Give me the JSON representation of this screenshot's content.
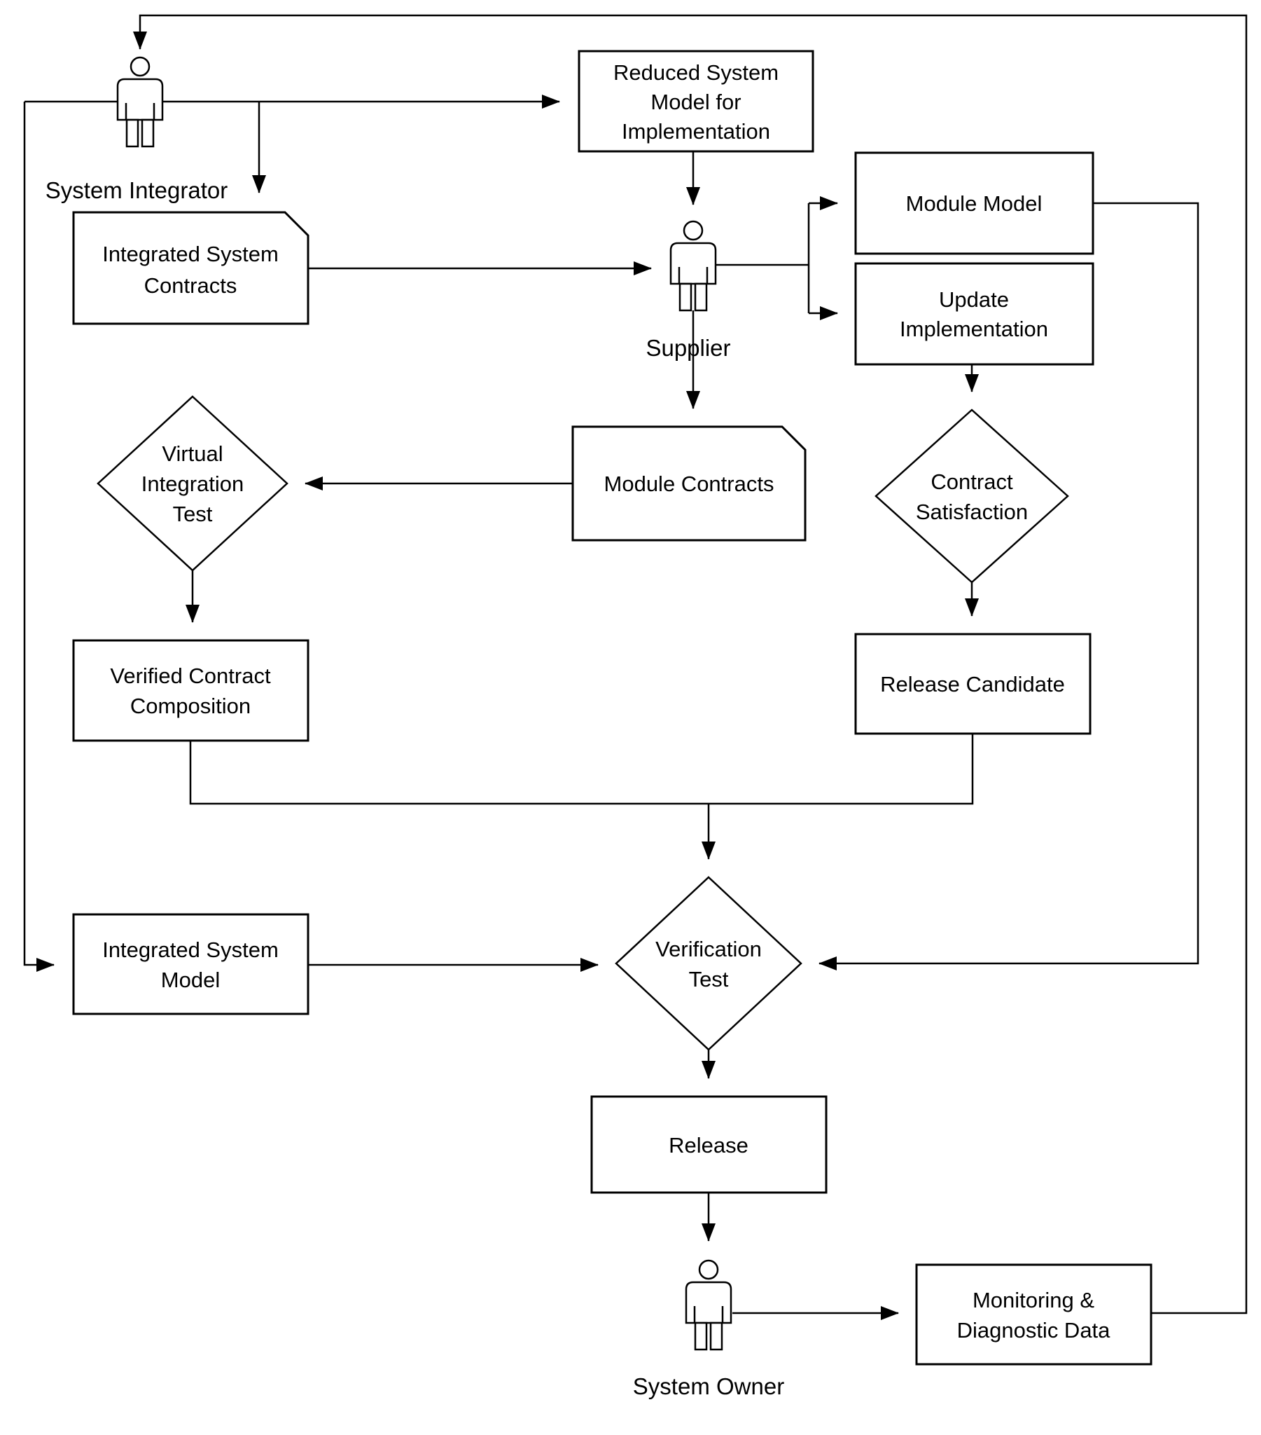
{
  "diagram": {
    "background_color": "#ffffff",
    "line_color": "#000000",
    "text_color": "#000000",
    "actors": {
      "integrator": {
        "label": "System Integrator"
      },
      "supplier": {
        "label": "Supplier"
      },
      "owner": {
        "label": "System Owner"
      }
    },
    "nodes": {
      "reduced_system_model": {
        "shape": "process",
        "lines": [
          "Reduced System",
          "Model for",
          "Implementation"
        ]
      },
      "module_model": {
        "shape": "process",
        "lines": [
          "Module Model"
        ]
      },
      "update_implementation": {
        "shape": "process",
        "lines": [
          "Update",
          "Implementation"
        ]
      },
      "integrated_system_contracts": {
        "shape": "document",
        "lines": [
          "Integrated System",
          "Contracts"
        ]
      },
      "module_contracts": {
        "shape": "document",
        "lines": [
          "Module Contracts"
        ]
      },
      "virtual_integration_test": {
        "shape": "decision",
        "lines": [
          "Virtual",
          "Integration",
          "Test"
        ]
      },
      "contract_satisfaction": {
        "shape": "decision",
        "lines": [
          "Contract",
          "Satisfaction"
        ]
      },
      "verified_contract_composition": {
        "shape": "process",
        "lines": [
          "Verified Contract",
          "Composition"
        ]
      },
      "release_candidate": {
        "shape": "process",
        "lines": [
          "Release Candidate"
        ]
      },
      "integrated_system_model": {
        "shape": "process",
        "lines": [
          "Integrated System",
          "Model"
        ]
      },
      "verification_test": {
        "shape": "decision",
        "lines": [
          "Verification",
          "Test"
        ]
      },
      "release": {
        "shape": "process",
        "lines": [
          "Release"
        ]
      },
      "monitoring_diagnostic_data": {
        "shape": "process",
        "lines": [
          "Monitoring &",
          "Diagnostic Data"
        ]
      }
    },
    "edges": [
      {
        "from": "system_integrator",
        "to": "reduced_system_model"
      },
      {
        "from": "system_integrator",
        "to": "integrated_system_contracts"
      },
      {
        "from": "system_integrator",
        "to": "integrated_system_model"
      },
      {
        "from": "reduced_system_model",
        "to": "supplier"
      },
      {
        "from": "integrated_system_contracts",
        "to": "supplier"
      },
      {
        "from": "supplier",
        "to": "module_model"
      },
      {
        "from": "supplier",
        "to": "update_implementation"
      },
      {
        "from": "supplier",
        "to": "module_contracts"
      },
      {
        "from": "module_contracts",
        "to": "virtual_integration_test"
      },
      {
        "from": "virtual_integration_test",
        "to": "verified_contract_composition"
      },
      {
        "from": "update_implementation",
        "to": "contract_satisfaction"
      },
      {
        "from": "contract_satisfaction",
        "to": "release_candidate"
      },
      {
        "from": "verified_contract_composition",
        "to": "verification_test"
      },
      {
        "from": "release_candidate",
        "to": "verification_test"
      },
      {
        "from": "integrated_system_model",
        "to": "verification_test"
      },
      {
        "from": "module_model",
        "to": "verification_test"
      },
      {
        "from": "verification_test",
        "to": "release"
      },
      {
        "from": "release",
        "to": "system_owner"
      },
      {
        "from": "system_owner",
        "to": "monitoring_diagnostic_data"
      },
      {
        "from": "monitoring_diagnostic_data",
        "to": "system_integrator"
      }
    ]
  }
}
